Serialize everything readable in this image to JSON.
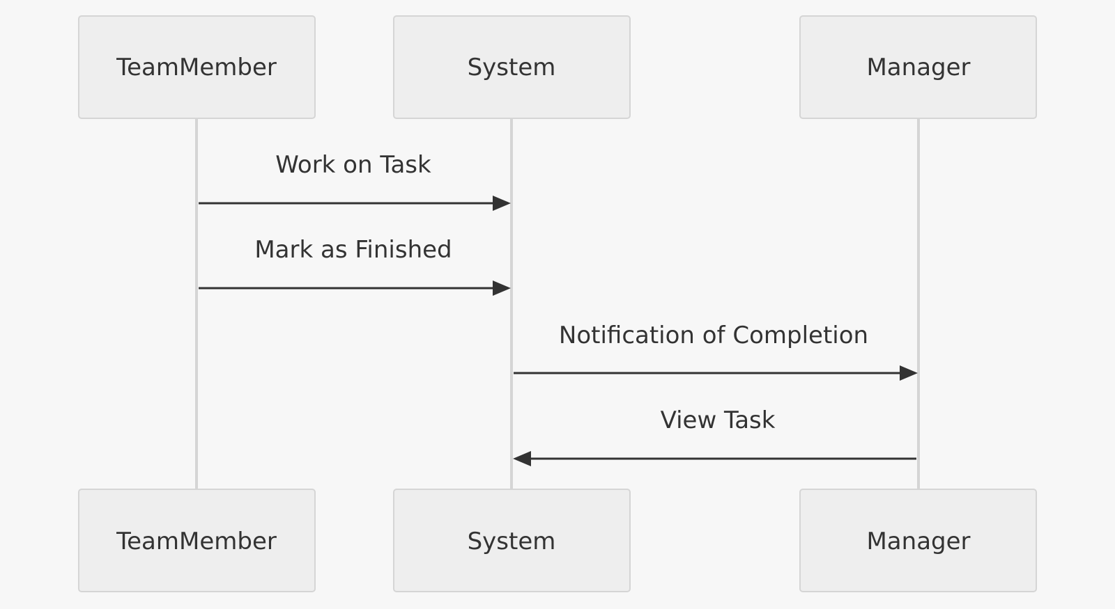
{
  "actors": [
    {
      "id": "teammember",
      "label": "TeamMember"
    },
    {
      "id": "system",
      "label": "System"
    },
    {
      "id": "manager",
      "label": "Manager"
    }
  ],
  "messages": [
    {
      "from": "teammember",
      "to": "system",
      "label": "Work on Task"
    },
    {
      "from": "teammember",
      "to": "system",
      "label": "Mark as Finished"
    },
    {
      "from": "system",
      "to": "manager",
      "label": "Notification of Completion"
    },
    {
      "from": "manager",
      "to": "system",
      "label": "View Task"
    }
  ]
}
